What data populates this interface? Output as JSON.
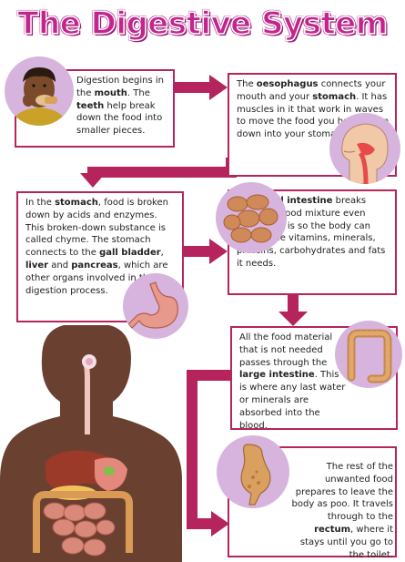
{
  "title": "The Digestive System",
  "accent_color": "#c2268e",
  "arrow_color": "#b5245c",
  "circle_color": "#d6b4de",
  "steps": [
    {
      "id": "mouth",
      "icon": "boy-eating-icon",
      "parts": [
        {
          "t": "Digestion begins in the ",
          "b": false
        },
        {
          "t": "mouth",
          "b": true
        },
        {
          "t": ". The ",
          "b": false
        },
        {
          "t": "teeth",
          "b": true
        },
        {
          "t": " help break down the food into smaller pieces.",
          "b": false
        }
      ]
    },
    {
      "id": "oesophagus",
      "icon": "head-cross-section-icon",
      "parts": [
        {
          "t": "The ",
          "b": false
        },
        {
          "t": "oesophagus",
          "b": true
        },
        {
          "t": " connects your mouth and your ",
          "b": false
        },
        {
          "t": "stomach",
          "b": true
        },
        {
          "t": ". It has muscles in it that work in waves to move the food you have eaten down into your stomach.",
          "b": false
        }
      ]
    },
    {
      "id": "stomach",
      "icon": "stomach-icon",
      "parts": [
        {
          "t": "In the ",
          "b": false
        },
        {
          "t": "stomach",
          "b": true
        },
        {
          "t": ", food is broken down by acids and enzymes. This broken-down substance is called chyme. The stomach connects to the ",
          "b": false
        },
        {
          "t": "gall bladder",
          "b": true
        },
        {
          "t": ", ",
          "b": false
        },
        {
          "t": "liver",
          "b": true
        },
        {
          "t": " and ",
          "b": false
        },
        {
          "t": "pancreas",
          "b": true
        },
        {
          "t": ", which are other organs involved in the digestion process.",
          "b": false
        }
      ]
    },
    {
      "id": "small-intestine",
      "icon": "small-intestine-icon",
      "parts": [
        {
          "t": "The ",
          "b": false
        },
        {
          "t": "small intestine",
          "b": true
        },
        {
          "t": " breaks down the food mixture even more. This is so the body can absorb the vitamins, minerals, proteins, carbohydrates and fats it needs.",
          "b": false
        }
      ]
    },
    {
      "id": "large-intestine",
      "icon": "large-intestine-icon",
      "parts": [
        {
          "t": "All the food material that is not needed passes through the ",
          "b": false
        },
        {
          "t": "large intestine",
          "b": true
        },
        {
          "t": ". This is where any last water or minerals are absorbed into the blood.",
          "b": false
        }
      ]
    },
    {
      "id": "rectum",
      "icon": "rectum-icon",
      "parts": [
        {
          "t": "The rest of the unwanted food prepares to leave the body as poo. It travels through to the ",
          "b": false
        },
        {
          "t": "rectum",
          "b": true
        },
        {
          "t": ", where it stays until you go to the toilet.",
          "b": false
        }
      ]
    }
  ]
}
